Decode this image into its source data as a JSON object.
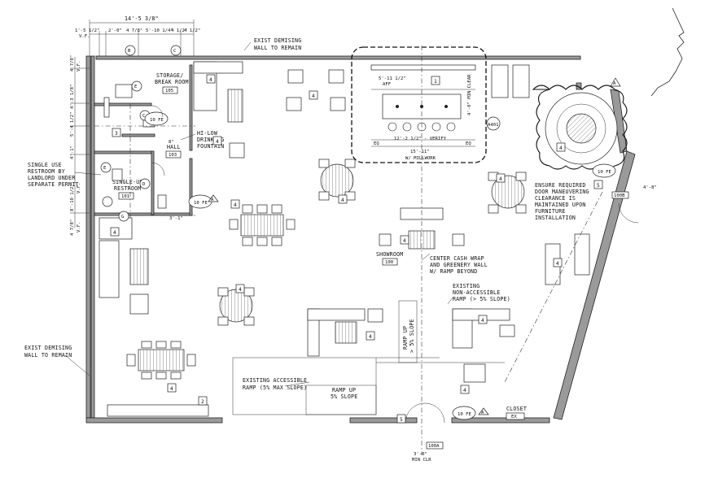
{
  "top_dims": {
    "overall": "14'-5 3/8\"",
    "d1": "1'-5 1/2\"",
    "d1b": "V.F.",
    "d2": "2'-0\"",
    "d3": "4 7/8\"",
    "d4": "5'-10 1/4\"",
    "d5": "4 1/2\"",
    "d6": "4 1/2\""
  },
  "left_dims": {
    "l1": "4 7/8\"",
    "l1b": "V.F.",
    "l2": "4'-3 1/8\"",
    "l3": "5'-4 1/2\"",
    "l4": "4'-1\"",
    "l5": "8'-10 1/2\"",
    "l5b": "V.F.",
    "l6": "4 7/8\"",
    "l6b": "V.F."
  },
  "notes": {
    "demising_top": [
      "EXIST DEMISING",
      "WALL TO REMAIN"
    ],
    "demising_left": [
      "EXIST DEMISING",
      "WALL TO REMAIN"
    ],
    "single_use": [
      "SINGLE USE",
      "RESTROOM BY",
      "LANDLORD UNDER",
      "SEPARATE PERMIT"
    ],
    "fountain": [
      "HI-LOW",
      "DRINKING",
      "FOUNTAIN"
    ],
    "door_clear": [
      "ENSURE REQUIRED",
      "DOOR MANEUVERING",
      "CLEARANCE IS",
      "MAINTAINED UPON",
      "FURNITURE",
      "INSTALLATION"
    ],
    "cash_wrap": [
      "CENTER CASH WRAP",
      "AND GREENERY WALL",
      "W/ RAMP BEYOND"
    ],
    "ramp_non": [
      "EXISTING",
      "NON-ACCESSIBLE",
      "RAMP (> 5% SLOPE)"
    ],
    "ramp_acc": [
      "EXISTING ACCESSIBLE",
      "RAMP (5% MAX SLOPE)"
    ],
    "ramp_up_a": [
      "RAMP UP",
      "5% SLOPE"
    ],
    "ramp_up_v": [
      "RAMP UP",
      "> 5% SLOPE"
    ]
  },
  "rooms": {
    "storage": {
      "name": [
        "STORAGE/",
        "BREAK ROOM"
      ],
      "num": "105"
    },
    "hall": {
      "name": "HALL",
      "num": "103"
    },
    "restroom": {
      "name": [
        "SINGLE-USE",
        "RESTROOM"
      ],
      "num": "101"
    },
    "showroom": {
      "name": "SHOWROOM",
      "num": "100"
    },
    "closet": {
      "name": "CLOSET",
      "num": "EX"
    }
  },
  "millwork": {
    "aff": "5'-11 1/2\"",
    "aff_b": "AFF",
    "verify": "12'-2 1/2\" - VERIFY",
    "eq": "EQ",
    "width": "15'-11\"",
    "millwork": "W/ MILLWORK",
    "clear": "4'-0\" MIN CLEAR",
    "ref": "A401"
  },
  "tags": {
    "four": "4",
    "one": "1",
    "two": "2",
    "three": "3",
    "five": "5",
    "b": "B",
    "c": "C",
    "d": "D",
    "e": "E",
    "g": "G",
    "a": "A",
    "fe": "10 FE",
    "door": "100B",
    "door2": "100A",
    "dim_small": "3'-1\"",
    "dim_small2": "8\"",
    "dim_right": "4'-8\"",
    "dim_bot": "3'-0\"",
    "dim_bot2": "MIN CLR"
  }
}
